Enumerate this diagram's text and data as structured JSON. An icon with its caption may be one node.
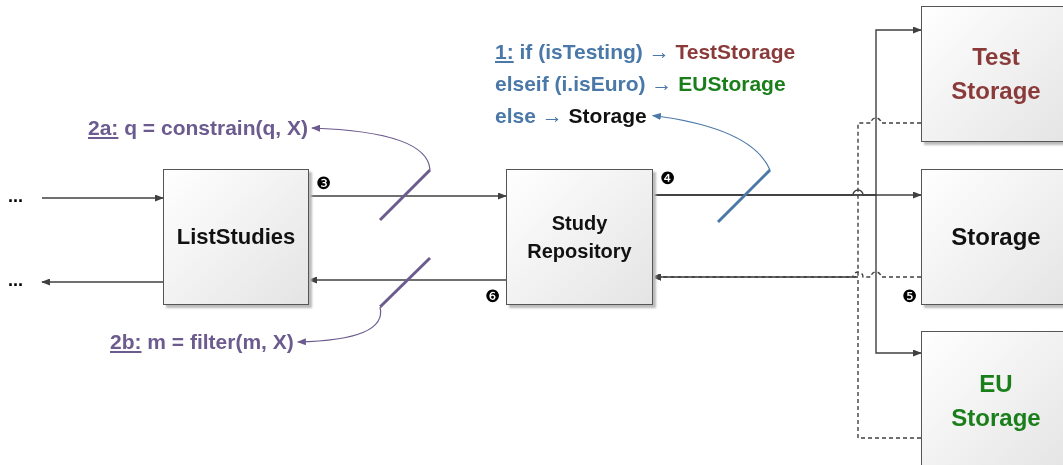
{
  "diagram": {
    "nodes": [
      {
        "text": [
          "1:",
          "if (isTesting) →",
          "TestStorage",
          "elseif (i.isEuro) →",
          "EUStorage",
          "else →",
          "Storage"
        ]
      },
      {
        "text": [
          "Test Storage"
        ]
      },
      {
        "text": [
          "2a:",
          "q = constrain(q, X)"
        ]
      },
      {
        "text": [
          "..."
        ]
      },
      {
        "text": [
          "ListStudies"
        ]
      },
      {
        "text": [
          "Study Repository"
        ]
      },
      {
        "text": [
          "Storage"
        ]
      },
      {
        "text": [
          "..."
        ]
      },
      {
        "text": [
          "2b:",
          "m = filter(m, X)"
        ]
      },
      {
        "text": [
          "EU Storage"
        ]
      }
    ],
    "edges": [
      {
        "from": 3,
        "to": 4,
        "arrow": "to"
      },
      {
        "from": 4,
        "to": 5,
        "arrow": "to"
      },
      {
        "from": 5,
        "to": 4,
        "arrow": "to"
      },
      {
        "from": 4,
        "to": 7,
        "arrow": "to"
      },
      {
        "from": 5,
        "to": 1,
        "arrow": "to"
      },
      {
        "from": 5,
        "to": 6,
        "arrow": "to"
      },
      {
        "from": 5,
        "to": 9,
        "arrow": "to"
      },
      {
        "from": 1,
        "to": 5,
        "arrow": "to",
        "style": "dashed"
      },
      {
        "from": 6,
        "to": 5,
        "arrow": "to",
        "style": "dashed"
      },
      {
        "from": 9,
        "to": 5,
        "arrow": "to",
        "style": "dashed"
      },
      {
        "from": null,
        "to": 2,
        "arrow": "to",
        "color": "#6b5b8e"
      },
      {
        "from": null,
        "to": 8,
        "arrow": "to",
        "color": "#6b5b8e"
      },
      {
        "from": null,
        "to": 0,
        "arrow": "to",
        "color": "#4a78a8"
      }
    ],
    "labels": [
      "❸",
      "❹",
      "❻",
      "❺"
    ]
  }
}
